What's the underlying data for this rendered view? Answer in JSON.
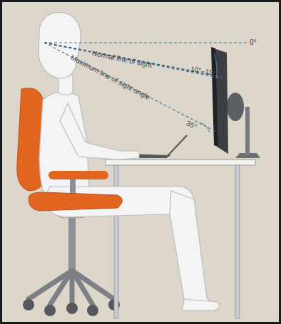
{
  "diagram": {
    "labels": [
      "0°",
      "10°–15°",
      "Normal line of sight",
      "Maximum line of sight angle",
      "35°"
    ]
  }
}
